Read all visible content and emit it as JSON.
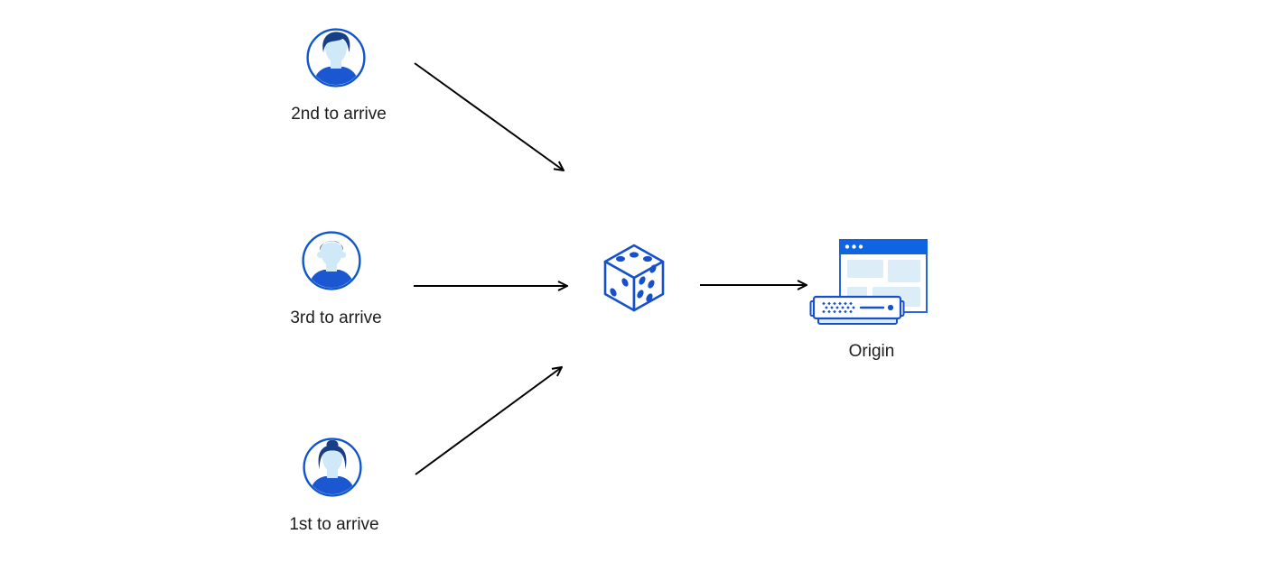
{
  "diagram": {
    "nodes": [
      {
        "id": "user-2nd",
        "label": "2nd to arrive",
        "icon": "user-avatar-male-swept-hair-icon"
      },
      {
        "id": "user-3rd",
        "label": "3rd to arrive",
        "icon": "user-avatar-male-short-hair-icon"
      },
      {
        "id": "user-1st",
        "label": "1st to arrive",
        "icon": "user-avatar-female-bun-icon"
      },
      {
        "id": "randomizer",
        "label": "",
        "icon": "dice-icon"
      },
      {
        "id": "origin",
        "label": "Origin",
        "icon": "origin-server-browser-icon"
      }
    ],
    "edges": [
      {
        "from": "user-2nd",
        "to": "randomizer"
      },
      {
        "from": "user-3rd",
        "to": "randomizer"
      },
      {
        "from": "user-1st",
        "to": "randomizer"
      },
      {
        "from": "randomizer",
        "to": "origin"
      }
    ],
    "colors": {
      "icon_stroke_blue": "#1651cb",
      "avatar_ring_blue": "#0f56cc",
      "shirt_blue": "#1b57d0",
      "hair_navy": "#173f85",
      "skin_light_blue": "#cfe9f8",
      "browser_titlebar_blue": "#0f64e4",
      "panel_light_blue": "#ddedf8",
      "arrow_black": "#000000",
      "label_text": "#1d1d1f",
      "background": "#ffffff"
    }
  }
}
